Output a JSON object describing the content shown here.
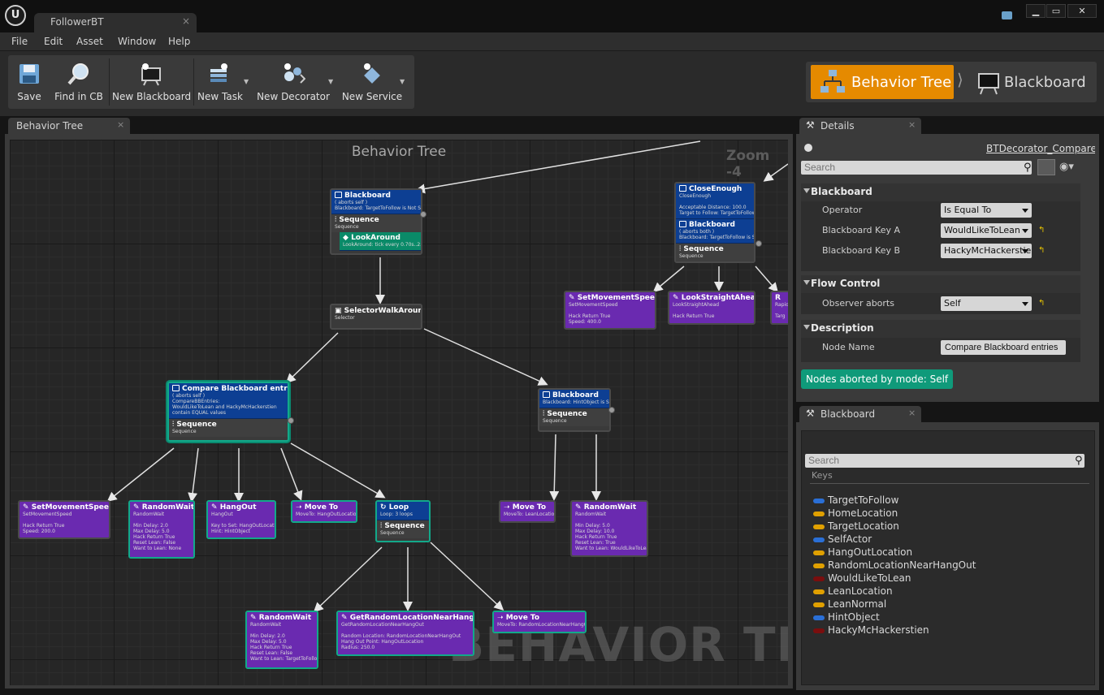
{
  "window": {
    "doc_tab": "FollowerBT",
    "close_glyph": "×",
    "min_glyph": "▁",
    "max_glyph": "▭",
    "x_glyph": "✕"
  },
  "menu": [
    "File",
    "Edit",
    "Asset",
    "Window",
    "Help"
  ],
  "toolbar": {
    "save": "Save",
    "find_in_cb": "Find in CB",
    "new_blackboard": "New Blackboard",
    "new_task": "New Task",
    "new_decorator": "New Decorator",
    "new_service": "New Service"
  },
  "modes": {
    "behavior_tree": "Behavior Tree",
    "separator": "⟩",
    "blackboard": "Blackboard"
  },
  "graph": {
    "tab": "Behavior Tree",
    "title": "Behavior Tree",
    "zoom": "Zoom -4",
    "watermark": "BEHAVIOR TREE",
    "nodes": {
      "bb1": {
        "title": "Blackboard",
        "sub": "( aborts self )\nBlackboard: TargetToFollow is Not Set"
      },
      "seq1": {
        "title": "Sequence",
        "sub": "Sequence"
      },
      "look": {
        "title": "LookAround",
        "sub": "LookAround: tick every 0.70s..2.10s"
      },
      "close": {
        "title": "CloseEnough",
        "sub": "CloseEnough\n\nAcceptable Distance: 100.0\nTarget to Follow: TargetToFollow"
      },
      "bb2": {
        "title": "Blackboard",
        "sub": "( aborts both )\nBlackboard: TargetToFollow is Set"
      },
      "seq2": {
        "title": "Sequence",
        "sub": "Sequence"
      },
      "selector": {
        "title": "SelectorWalkAround",
        "sub": "Selector"
      },
      "setspeed1": {
        "title": "SetMovementSpeed",
        "sub": "SetMovementSpeed\n\nHack Return True\nSpeed: 400.0"
      },
      "lookstraight": {
        "title": "LookStraightAhead",
        "sub": "LookStraightAhead\n\nHack Return True"
      },
      "rapid": {
        "title": "R",
        "sub": "Rapid\n\nTarg"
      },
      "compare": {
        "title": "Compare Blackboard entries",
        "sub": "( aborts self )\nCompareBBEntries:\nWouldLikeToLean and HackyMcHackerstien\ncontain EQUAL values"
      },
      "seq3": {
        "title": "Sequence",
        "sub": "Sequence"
      },
      "bb3": {
        "title": "Blackboard",
        "sub": "Blackboard: HintObject is Set"
      },
      "seq4": {
        "title": "Sequence",
        "sub": "Sequence"
      },
      "setspeed2": {
        "title": "SetMovementSpeed",
        "sub": "SetMovementSpeed\n\nHack Return True\nSpeed: 200.0"
      },
      "rw1": {
        "title": "RandomWait",
        "sub": "RandomWait\n\nMin Delay: 2.0\nMax Delay: 5.0\nHack Return True\nReset Lean: False\nWant to Lean: None"
      },
      "hangout": {
        "title": "HangOut",
        "sub": "HangOut\n\nKey to Set: HangOutLocation\nHint: HintObject"
      },
      "move1": {
        "title": "Move To",
        "sub": "MoveTo: HangOutLocation"
      },
      "loop": {
        "title": "Loop",
        "sub": "Loop: 3 loops"
      },
      "seq5": {
        "title": "Sequence",
        "sub": "Sequence"
      },
      "move2": {
        "title": "Move To",
        "sub": "MoveTo: LeanLocation"
      },
      "rw2": {
        "title": "RandomWait",
        "sub": "RandomWait\n\nMin Delay: 5.0\nMax Delay: 10.0\nHack Return True\nReset Lean: True\nWant to Lean: WouldLikeToLean"
      },
      "rw3": {
        "title": "RandomWait",
        "sub": "RandomWait\n\nMin Delay: 2.0\nMax Delay: 5.0\nHack Return True\nReset Lean: False\nWant to Lean: TargetToFollow"
      },
      "getrand": {
        "title": "GetRandomLocationNearHangOut",
        "sub": "GetRandomLocationNearHangOut\n\nRandom Location: RandomLocationNearHangOut\nHang Out Point: HangOutLocation\nRadius: 250.0"
      },
      "move3": {
        "title": "Move To",
        "sub": "MoveTo: RandomLocationNearHangOut"
      }
    }
  },
  "details": {
    "tab": "Details",
    "object_name": "BTDecorator_CompareBBEntries",
    "search_placeholder": "Search",
    "sections": {
      "blackboard": {
        "title": "Blackboard",
        "operator_label": "Operator",
        "operator_value": "Is Equal To",
        "key_a_label": "Blackboard Key A",
        "key_a_value": "WouldLikeToLean",
        "key_b_label": "Blackboard Key B",
        "key_b_value": "HackyMcHackerstien"
      },
      "flow": {
        "title": "Flow Control",
        "observer_label": "Observer aborts",
        "observer_value": "Self"
      },
      "description": {
        "title": "Description",
        "node_name_label": "Node Name",
        "node_name_value": "Compare Blackboard entries"
      }
    },
    "aborted_badge": "Nodes aborted by mode: Self"
  },
  "blackboard_panel": {
    "tab": "Blackboard",
    "search_placeholder": "Search",
    "keys_label": "Keys",
    "keys": [
      {
        "name": "TargetToFollow",
        "color": "#2a6fd6"
      },
      {
        "name": "HomeLocation",
        "color": "#e0a000"
      },
      {
        "name": "TargetLocation",
        "color": "#e0a000"
      },
      {
        "name": "SelfActor",
        "color": "#2a6fd6"
      },
      {
        "name": "HangOutLocation",
        "color": "#e0a000"
      },
      {
        "name": "RandomLocationNearHangOut",
        "color": "#e0a000"
      },
      {
        "name": "WouldLikeToLean",
        "color": "#7a0e0e"
      },
      {
        "name": "LeanLocation",
        "color": "#e0a000"
      },
      {
        "name": "LeanNormal",
        "color": "#e0a000"
      },
      {
        "name": "HintObject",
        "color": "#2a6fd6"
      },
      {
        "name": "HackyMcHackerstien",
        "color": "#7a0e0e"
      }
    ]
  },
  "colors": {
    "accent": "#e58a00",
    "decorator": "#0d3f93",
    "task": "#6a2ab0",
    "selection": "#12a98a"
  }
}
